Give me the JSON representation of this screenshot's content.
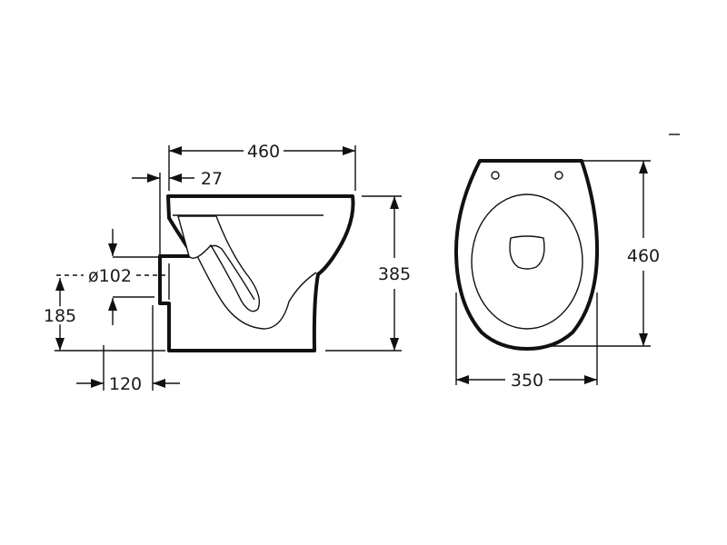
{
  "side_view": {
    "overall_depth": "460",
    "rim_offset": "27",
    "outlet_diameter": "ø102",
    "outlet_height": "185",
    "outlet_setback": "120",
    "overall_height": "385"
  },
  "top_view": {
    "length": "460",
    "width": "350"
  }
}
